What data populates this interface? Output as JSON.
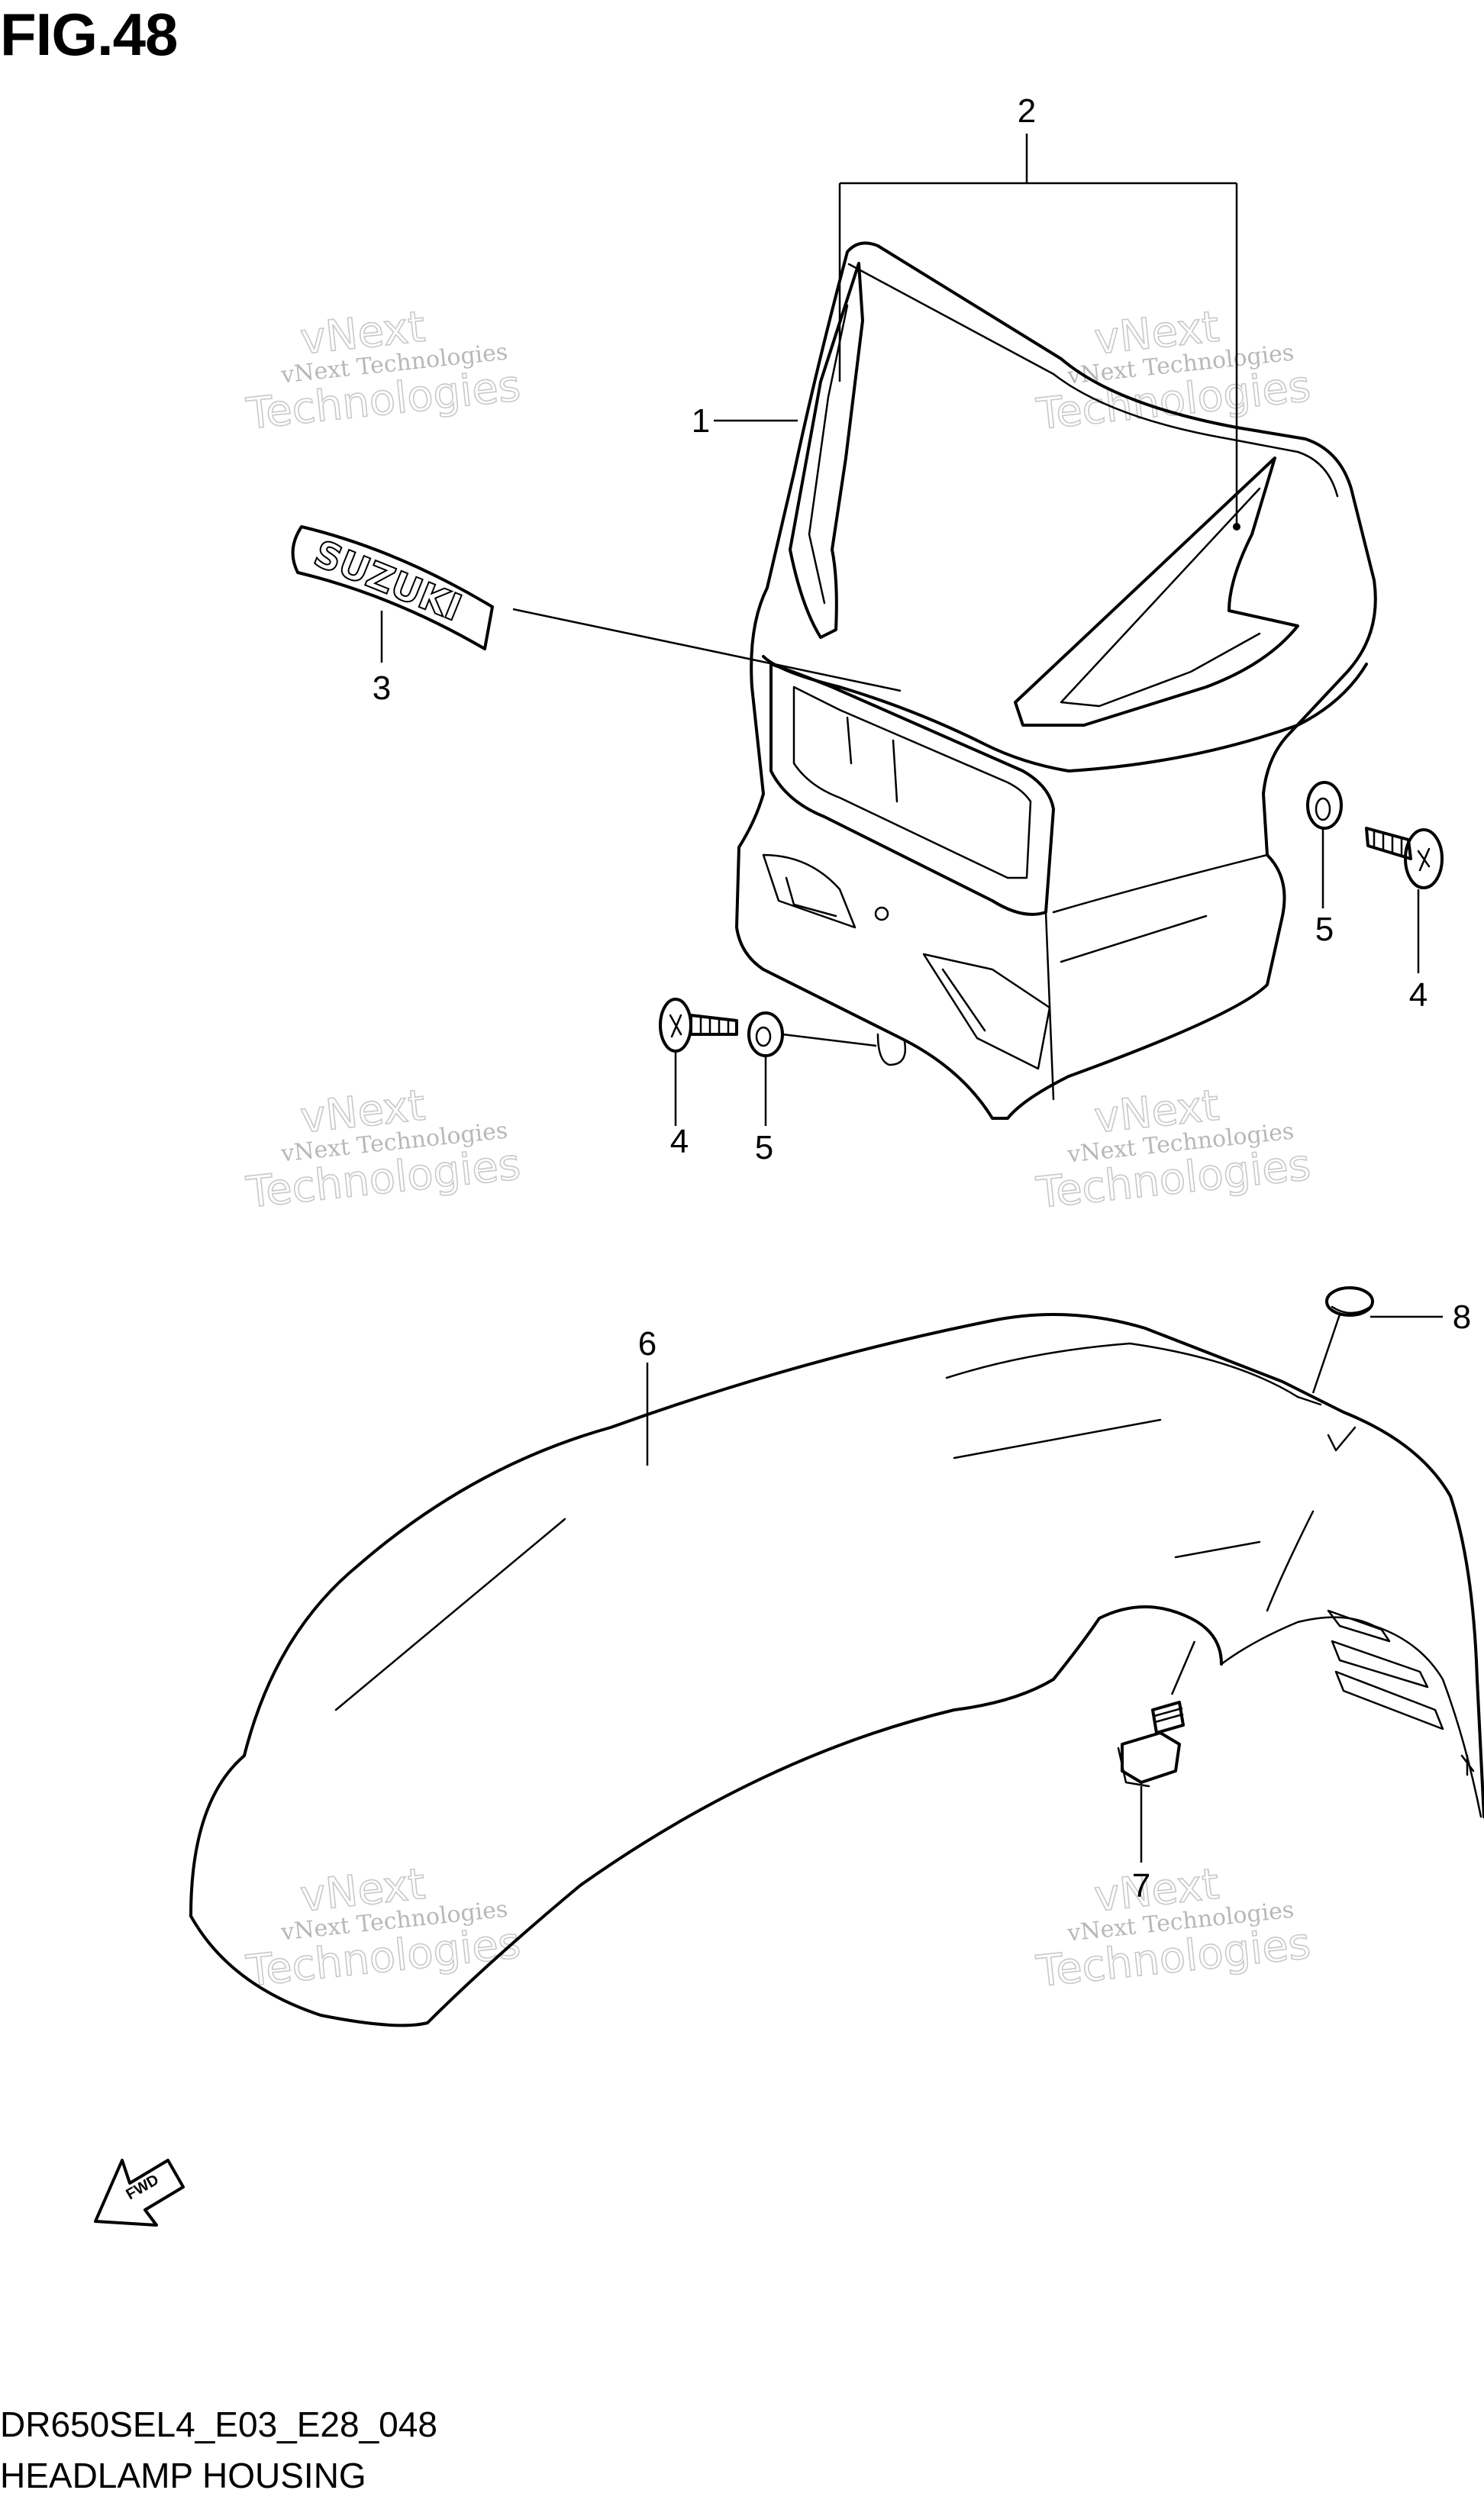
{
  "figure": {
    "title": "FIG.48",
    "code": "DR650SEL4_E03_E28_048",
    "name": "HEADLAMP HOUSING"
  },
  "callouts": {
    "c1": "1",
    "c2": "2",
    "c3": "3",
    "c4a": "4",
    "c4b": "4",
    "c5a": "5",
    "c5b": "5",
    "c6": "6",
    "c7": "7",
    "c8": "8"
  },
  "decal": {
    "brand": "SUZUKI"
  },
  "direction": {
    "label": "FWD"
  },
  "watermark": {
    "line1": "vNext Technologies",
    "line2": "vNext",
    "line3": "Technologies"
  }
}
